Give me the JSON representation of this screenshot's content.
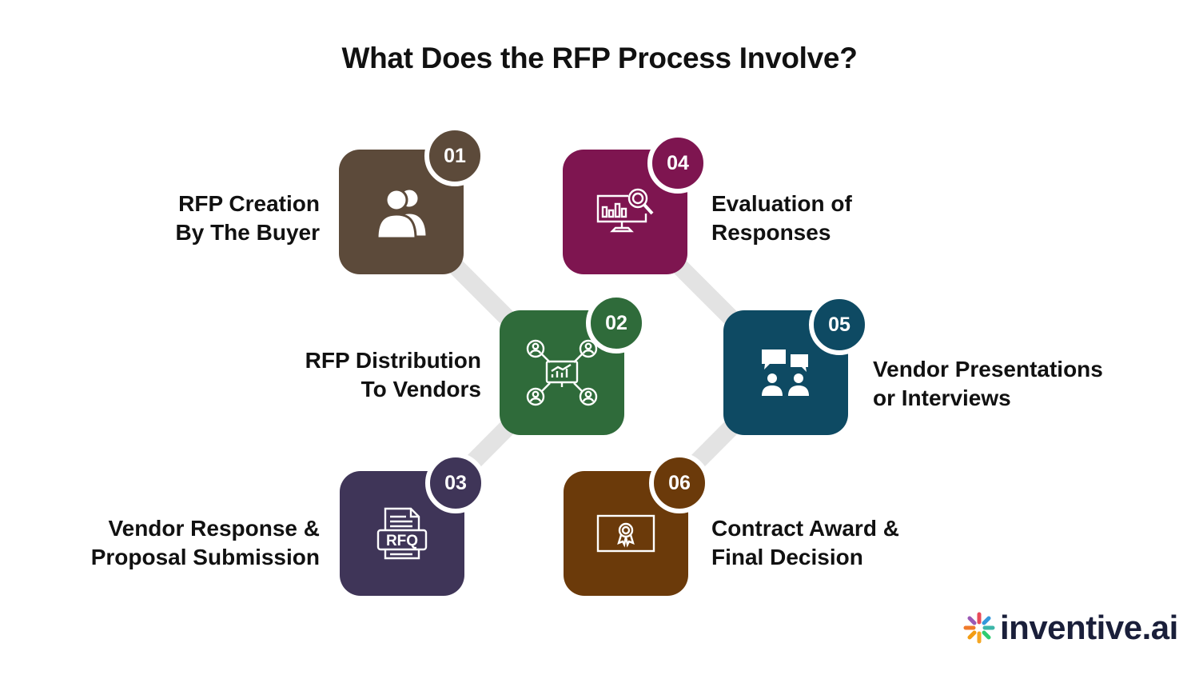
{
  "title": "What Does the RFP Process Involve?",
  "steps": [
    {
      "number": "01",
      "line1": "RFP Creation",
      "line2": "By The Buyer",
      "color": "#5c4a3a",
      "icon": "users-icon"
    },
    {
      "number": "02",
      "line1": "RFP Distribution",
      "line2": "To Vendors",
      "color": "#2f6b3a",
      "icon": "network-icon"
    },
    {
      "number": "03",
      "line1": "Vendor Response &",
      "line2": "Proposal Submission",
      "color": "#3f3558",
      "icon": "rfq-document-icon",
      "icon_text": "RFQ"
    },
    {
      "number": "04",
      "line1": "Evaluation of",
      "line2": "Responses",
      "color": "#7e1550",
      "icon": "monitor-search-icon"
    },
    {
      "number": "05",
      "line1": "Vendor Presentations",
      "line2": "or Interviews",
      "color": "#0e4a63",
      "icon": "presentation-icon"
    },
    {
      "number": "06",
      "line1": "Contract Award &",
      "line2": "Final Decision",
      "color": "#6b3a0a",
      "icon": "certificate-icon"
    }
  ],
  "brand": {
    "name": "inventive.ai"
  },
  "connector_color": "#e3e3e3"
}
